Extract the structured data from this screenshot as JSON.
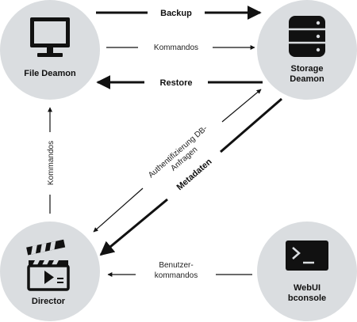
{
  "nodes": {
    "file_daemon": {
      "label": "File Deamon",
      "icon": "monitor-icon"
    },
    "storage_daemon": {
      "label_line1": "Storage",
      "label_line2": "Deamon",
      "icon": "database-icon"
    },
    "director": {
      "label": "Director",
      "icon": "clapperboard-icon"
    },
    "webui": {
      "label_line1": "WebUI",
      "label_line2": "bconsole",
      "icon": "terminal-icon"
    }
  },
  "edges": {
    "backup": "Backup",
    "kommandos_top": "Kommandos",
    "restore": "Restore",
    "kommandos_left": "Kommandos",
    "auth_line1": "Authentifizierung DB-",
    "auth_line2": "Anfragen",
    "metadaten": "Metadaten",
    "benutzer_line1": "Benutzer-",
    "benutzer_line2": "kommandos"
  },
  "colors": {
    "circle": "#dadde0",
    "icon": "#111111",
    "line": "#111111"
  }
}
